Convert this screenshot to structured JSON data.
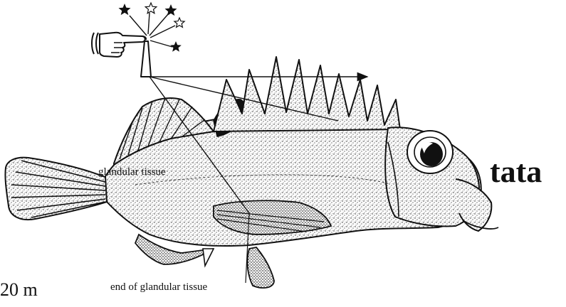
{
  "labels": {
    "title_fragment": "tata",
    "glandular_tissue": "glandular tissue",
    "end_of_glandular_tissue": "end of glandular tissue",
    "depth_fragment": "20 m"
  },
  "icons": {
    "hand": "pointing-hand-icon",
    "stars": "stars-icon",
    "fish": "scorpionfish-illustration"
  },
  "colors": {
    "ink": "#111111",
    "background": "#ffffff"
  }
}
